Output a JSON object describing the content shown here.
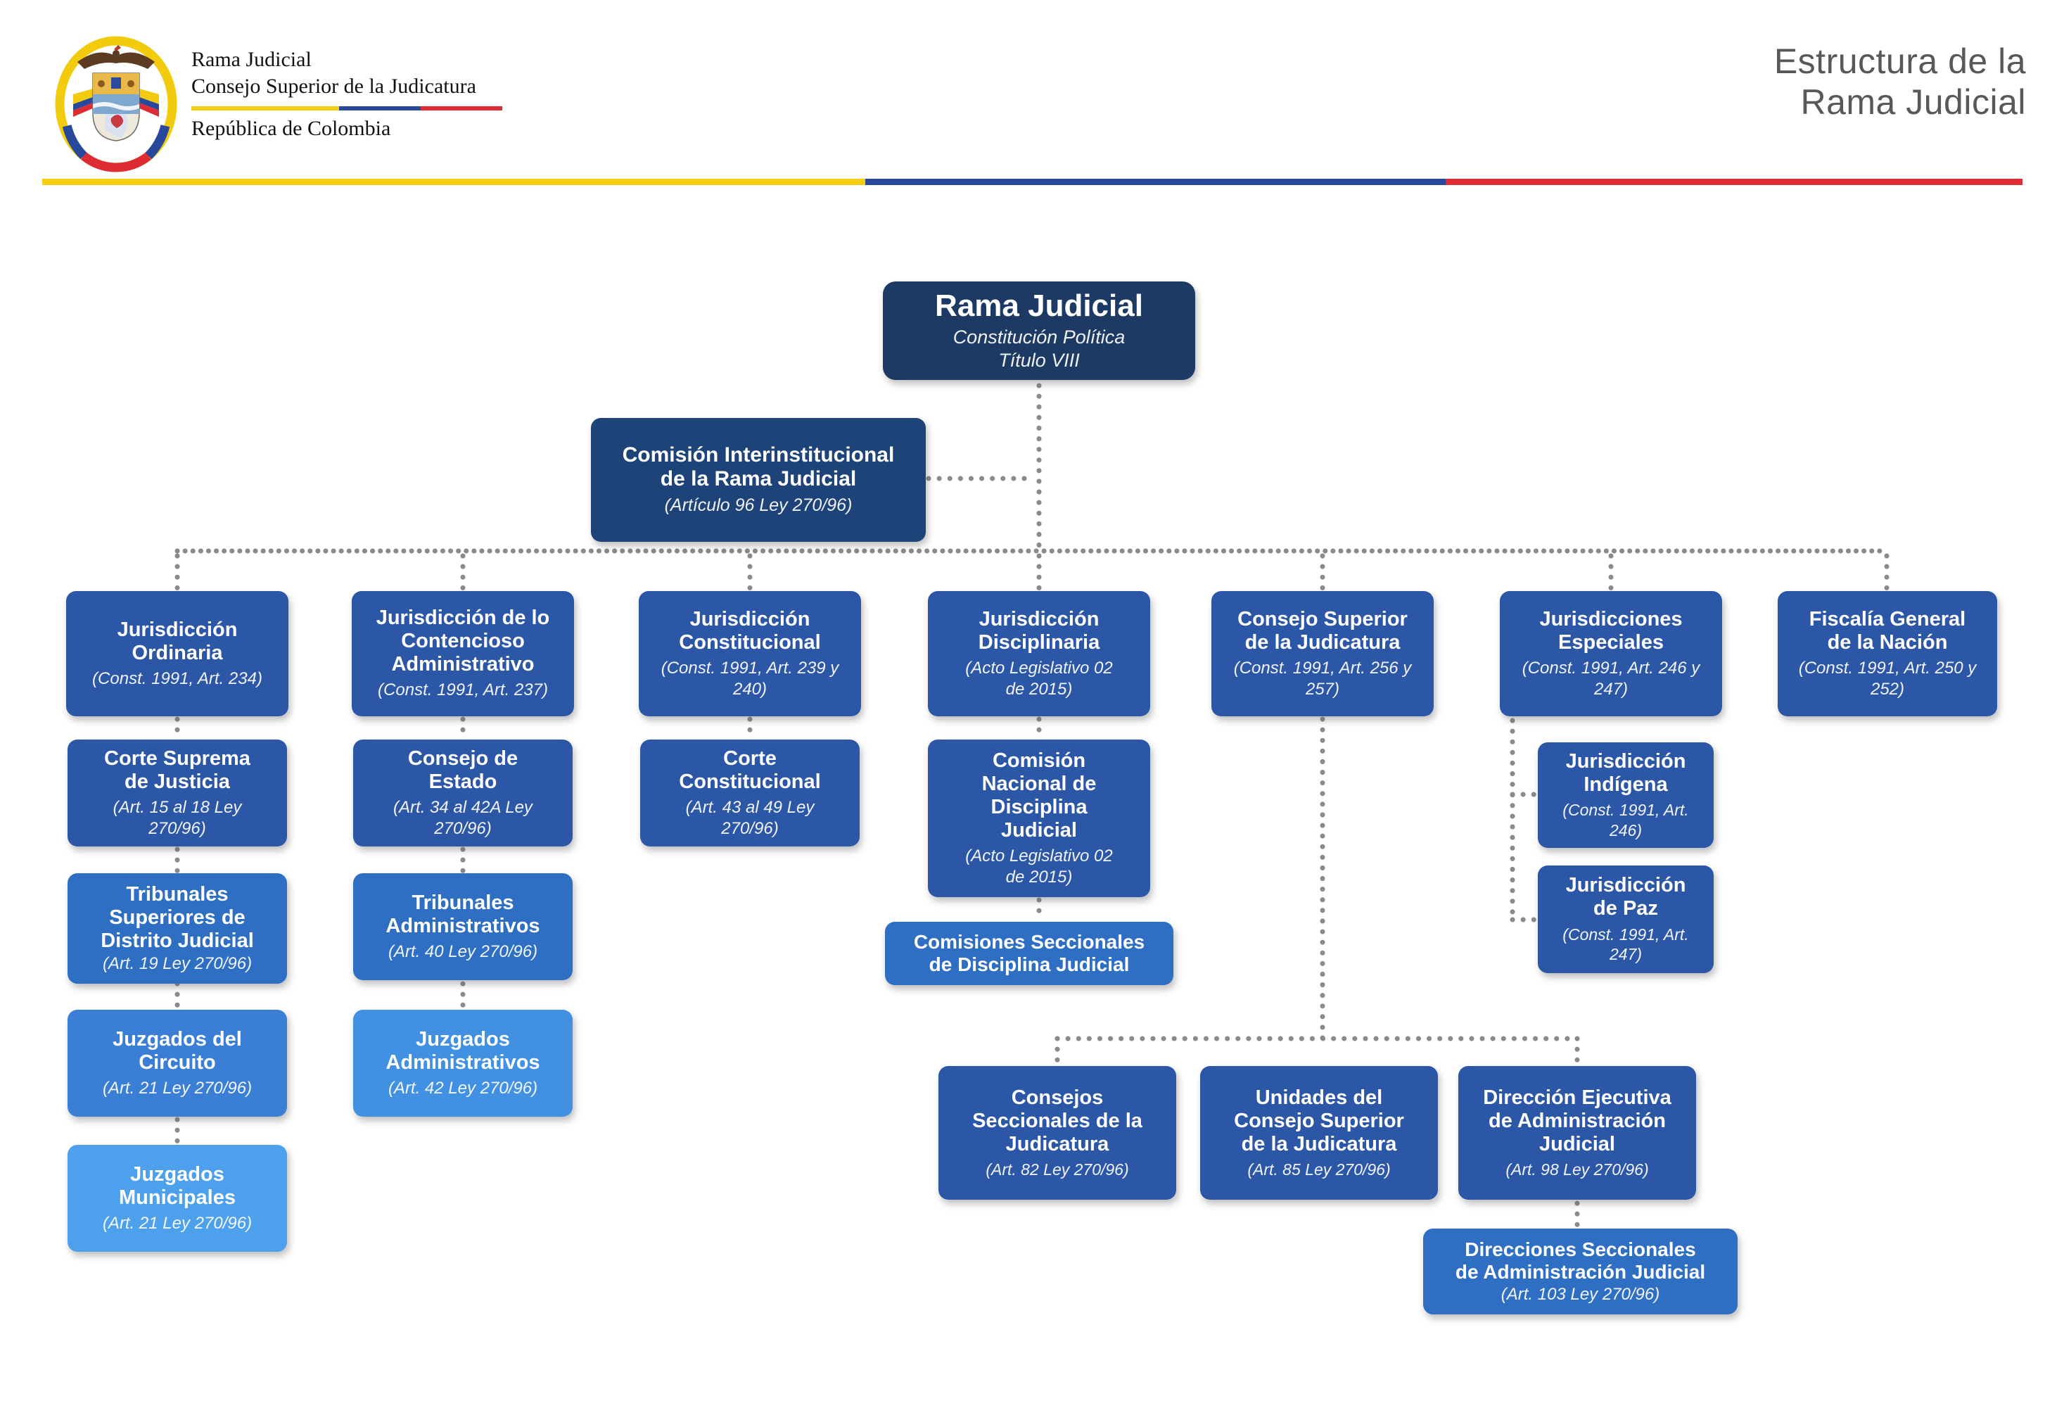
{
  "header": {
    "logo_line1": "Rama Judicial",
    "logo_line2": "Consejo Superior de la Judicatura",
    "logo_line3": "República de Colombia",
    "page_title_line1": "Estructura de la",
    "page_title_line2": "Rama Judicial"
  },
  "colors": {
    "flag_yellow": "#F5CE12",
    "flag_blue": "#27489B",
    "flag_red": "#DD2C33",
    "connector": "#8A8A8A",
    "navy": "#1D3A64",
    "navy2": "#1E4379",
    "blue1": "#2C57A6",
    "blue2": "#2E6FC4",
    "blue3": "#3A7ED6",
    "blue4": "#4190E2",
    "blue5": "#4DA0EC",
    "title_gray": "#57585B"
  },
  "nodes": {
    "root": {
      "title": "Rama Judicial",
      "subtitle": "Constitución Política\nTítulo VIII"
    },
    "comision_inter": {
      "title": "Comisión Interinstitucional\nde la Rama Judicial",
      "subtitle": "(Artículo 96 Ley 270/96)"
    },
    "jur_ordinaria": {
      "title": "Jurisdicción\nOrdinaria",
      "subtitle": "(Const. 1991, Art. 234)"
    },
    "jur_contencioso": {
      "title": "Jurisdicción de lo\nContencioso\nAdministrativo",
      "subtitle": "(Const. 1991, Art. 237)"
    },
    "jur_constitucional": {
      "title": "Jurisdicción\nConstitucional",
      "subtitle": "(Const. 1991, Art. 239 y\n240)"
    },
    "jur_disciplinaria": {
      "title": "Jurisdicción\nDisciplinaria",
      "subtitle": "(Acto Legislativo 02\nde 2015)"
    },
    "consejo_superior": {
      "title": "Consejo Superior\nde la Judicatura",
      "subtitle": "(Const. 1991, Art. 256 y\n257)"
    },
    "jur_especiales": {
      "title": "Jurisdicciones\nEspeciales",
      "subtitle": "(Const. 1991, Art. 246 y\n247)"
    },
    "fiscalia": {
      "title": "Fiscalía General\nde la Nación",
      "subtitle": "(Const. 1991, Art. 250 y\n252)"
    },
    "corte_suprema": {
      "title": "Corte Suprema\nde Justicia",
      "subtitle": "(Art. 15 al 18 Ley\n270/96)"
    },
    "trib_superiores": {
      "title": "Tribunales\nSuperiores de\nDistrito Judicial",
      "subtitle": "(Art. 19 Ley 270/96)"
    },
    "juzg_circuito": {
      "title": "Juzgados del\nCircuito",
      "subtitle": "(Art. 21 Ley 270/96)"
    },
    "juzg_municipales": {
      "title": "Juzgados\nMunicipales",
      "subtitle": "(Art. 21 Ley 270/96)"
    },
    "consejo_estado": {
      "title": "Consejo de\nEstado",
      "subtitle": "(Art. 34 al 42A Ley\n270/96)"
    },
    "trib_admin": {
      "title": "Tribunales\nAdministrativos",
      "subtitle": "(Art. 40 Ley 270/96)"
    },
    "juzg_admin": {
      "title": "Juzgados\nAdministrativos",
      "subtitle": "(Art. 42 Ley 270/96)"
    },
    "corte_constitucional": {
      "title": "Corte\nConstitucional",
      "subtitle": "(Art. 43 al 49 Ley\n270/96)"
    },
    "comision_nacional": {
      "title": "Comisión\nNacional de\nDisciplina\nJudicial",
      "subtitle": "(Acto Legislativo 02\nde 2015)"
    },
    "comisiones_seccionales": {
      "title": "Comisiones Seccionales\nde Disciplina Judicial"
    },
    "jur_indigena": {
      "title": "Jurisdicción\nIndígena",
      "subtitle": "(Const. 1991, Art.\n246)"
    },
    "jur_paz": {
      "title": "Jurisdicción\nde Paz",
      "subtitle": "(Const. 1991, Art.\n247)"
    },
    "consejos_seccionales": {
      "title": "Consejos\nSeccionales de la\nJudicatura",
      "subtitle": "(Art. 82 Ley 270/96)"
    },
    "unidades": {
      "title": "Unidades del\nConsejo Superior\nde la Judicatura",
      "subtitle": "(Art. 85 Ley 270/96)"
    },
    "dir_ejecutiva": {
      "title": "Dirección Ejecutiva\nde Administración\nJudicial",
      "subtitle": "(Art. 98 Ley 270/96)"
    },
    "dir_seccionales": {
      "title": "Direcciones Seccionales\nde Administración Judicial",
      "subtitle": "(Art. 103 Ley 270/96)"
    }
  }
}
